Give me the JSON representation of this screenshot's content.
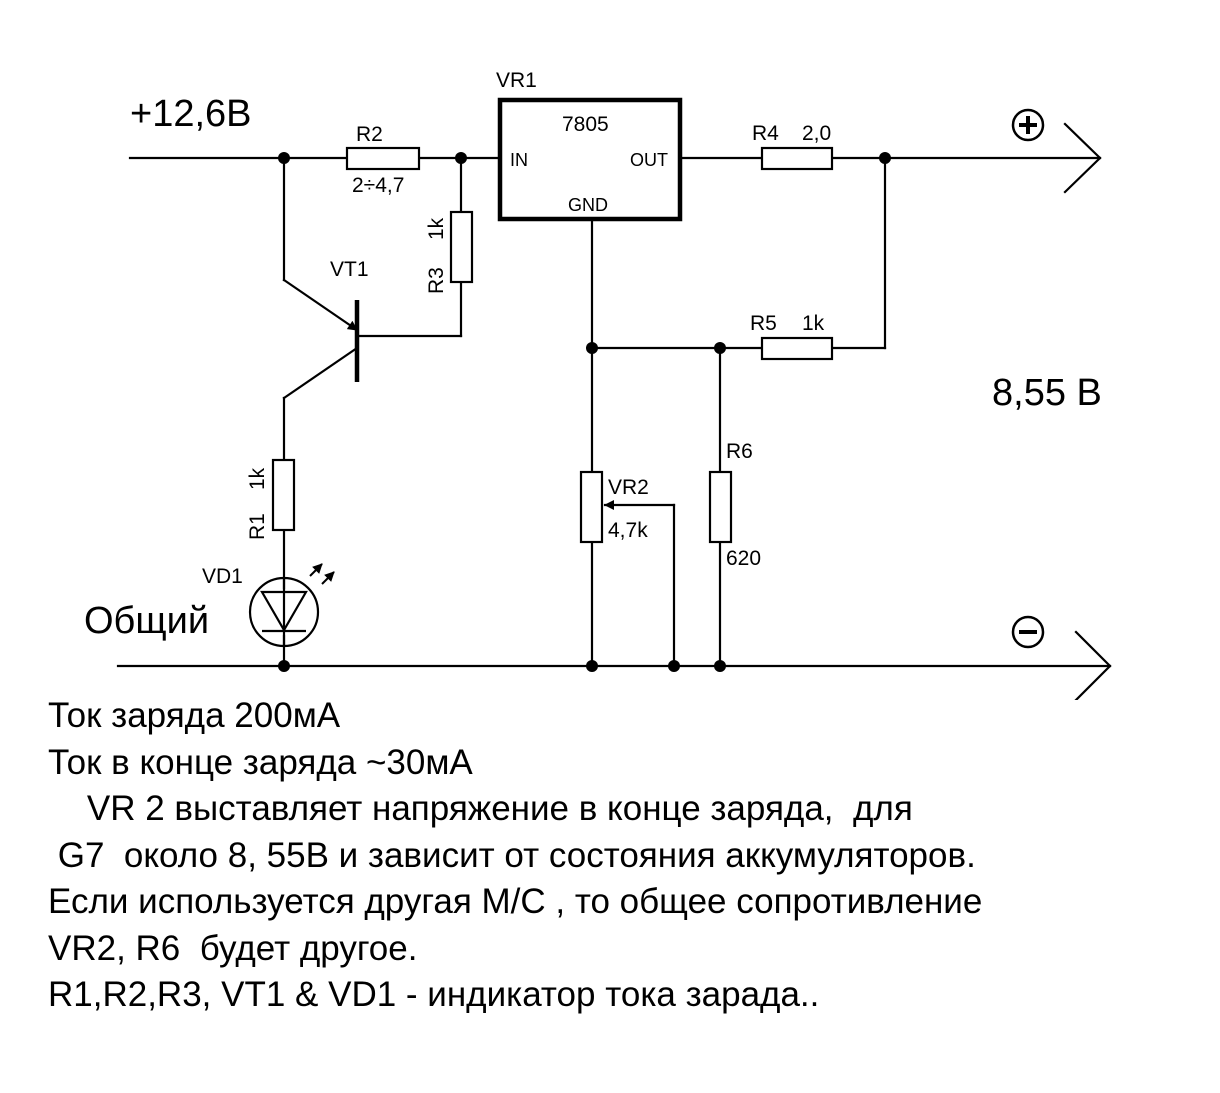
{
  "labels": {
    "vin": "+12,6В",
    "common": "Общий",
    "vout": "8,55 В",
    "vr1": "VR1",
    "vr1_part": "7805",
    "vr1_in": "IN",
    "vr1_out": "OUT",
    "vr1_gnd": "GND",
    "r2": "R2",
    "r2_val": "2÷4,7",
    "r3": "R3",
    "r3_val": "1k",
    "r4": "R4",
    "r4_val": "2,0",
    "r5": "R5",
    "r5_val": "1k",
    "r6": "R6",
    "r6_val": "620",
    "r1": "R1",
    "r1_val": "1k",
    "vt1": "VT1",
    "vd1": "VD1",
    "vr2": "VR2",
    "vr2_val": "4,7k"
  },
  "notes": [
    "Ток заряда 200мА",
    "Ток в конце заряда ~30мА",
    "    VR 2 выставляет напряжение в конце заряда,  для",
    " G7  около 8, 55В и зависит от состояния аккумуляторов.",
    "Если используется другая М/С , то общее сопротивление",
    "VR2, R6  будет другое.",
    "R1,R2,R3, VT1 & VD1 - индикатор тока зарада.."
  ]
}
